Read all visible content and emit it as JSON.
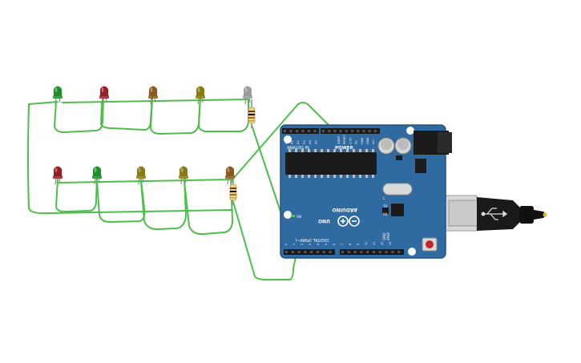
{
  "colors": {
    "wire": "#4cbf4a",
    "board": "#2f6aa0",
    "board_edge": "#245482",
    "led_green": "#1f8f2a",
    "led_red": "#9b1c24",
    "led_brown": "#8a5a1e",
    "led_olive": "#8a7a14",
    "led_gray": "#9a9a9a",
    "resistor": "#e8d48a",
    "usb_body": "#c9c9c9",
    "cable": "#1a1a1a"
  },
  "board": {
    "brand": "ARDUINO",
    "model": "UNO",
    "power_header": "POWER",
    "analog_header": "ANALOG IN",
    "digital_header": "DIGITAL (PWM~)",
    "on_led_label": "ON",
    "tx_label": "TX",
    "rx_label": "RX",
    "l_label": "L",
    "aref_label": "AREF",
    "gnd_label": "GND",
    "power_pins": [
      "IOREF",
      "RESET",
      "3.3V",
      "5V",
      "GND",
      "GND",
      "Vin"
    ],
    "analog_pins": [
      "A0",
      "A1",
      "A2",
      "A3",
      "A4",
      "A5"
    ],
    "digital_pins": [
      "0",
      "1",
      "2",
      "3",
      "4",
      "5",
      "6",
      "7",
      "8",
      "9",
      "10",
      "11",
      "12",
      "13"
    ]
  },
  "leds_top": [
    {
      "name": "led-green-top",
      "color": "green"
    },
    {
      "name": "led-red-top",
      "color": "red"
    },
    {
      "name": "led-brown-top",
      "color": "brown"
    },
    {
      "name": "led-olive-top",
      "color": "olive"
    },
    {
      "name": "led-gray-top",
      "color": "gray"
    }
  ],
  "leds_bottom": [
    {
      "name": "led-red-bottom",
      "color": "red"
    },
    {
      "name": "led-green-bottom",
      "color": "green"
    },
    {
      "name": "led-olive-bottom-1",
      "color": "olive"
    },
    {
      "name": "led-olive-bottom-2",
      "color": "olive"
    },
    {
      "name": "led-brown-bottom",
      "color": "brown"
    }
  ]
}
